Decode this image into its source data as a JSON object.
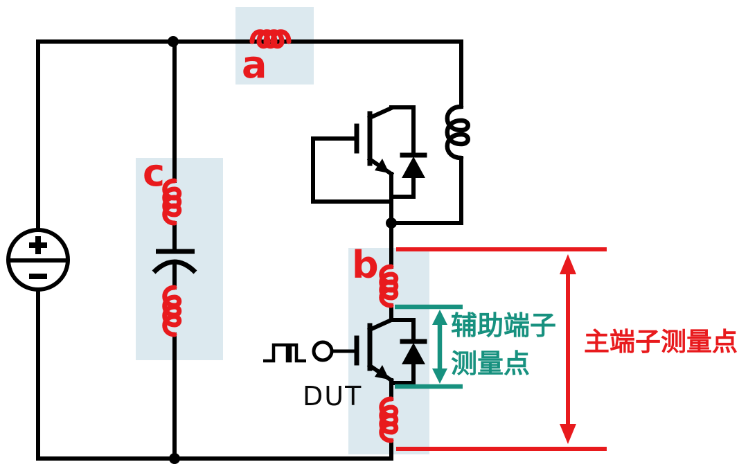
{
  "diagram": {
    "kind": "power-electronics-test-circuit",
    "parasitic_inductor_labels": {
      "a": "a",
      "b": "b",
      "c": "c"
    },
    "device_label": "DUT",
    "aux_measurement": {
      "line1": "辅助端子",
      "line2": "测量点"
    },
    "main_measurement": {
      "label": "主端子测量点"
    },
    "colors": {
      "parasitic_red": "#e81a1d",
      "aux_teal": "#17917f",
      "highlight_blue": "#dce9ef",
      "wire_black": "#000000",
      "background": "#ffffff"
    },
    "symbols": {
      "dc_voltage_source": "circle with plus and minus",
      "dc_link_capacitor": "flat plate with curved plate",
      "high_side_switch": "IGBT with antiparallel diode, gate shorted to emitter",
      "load_inductor": "black coil",
      "dut_switch": "IGBT with antiparallel diode",
      "gate_drive": "double pulse waveform into circle terminal",
      "parasitic_inductors": "red coils at positions a, b, c",
      "aux_bracket": "teal double-headed vertical arrow between emitter auxiliary points",
      "main_bracket": "red double-headed vertical arrow between main terminals"
    }
  }
}
